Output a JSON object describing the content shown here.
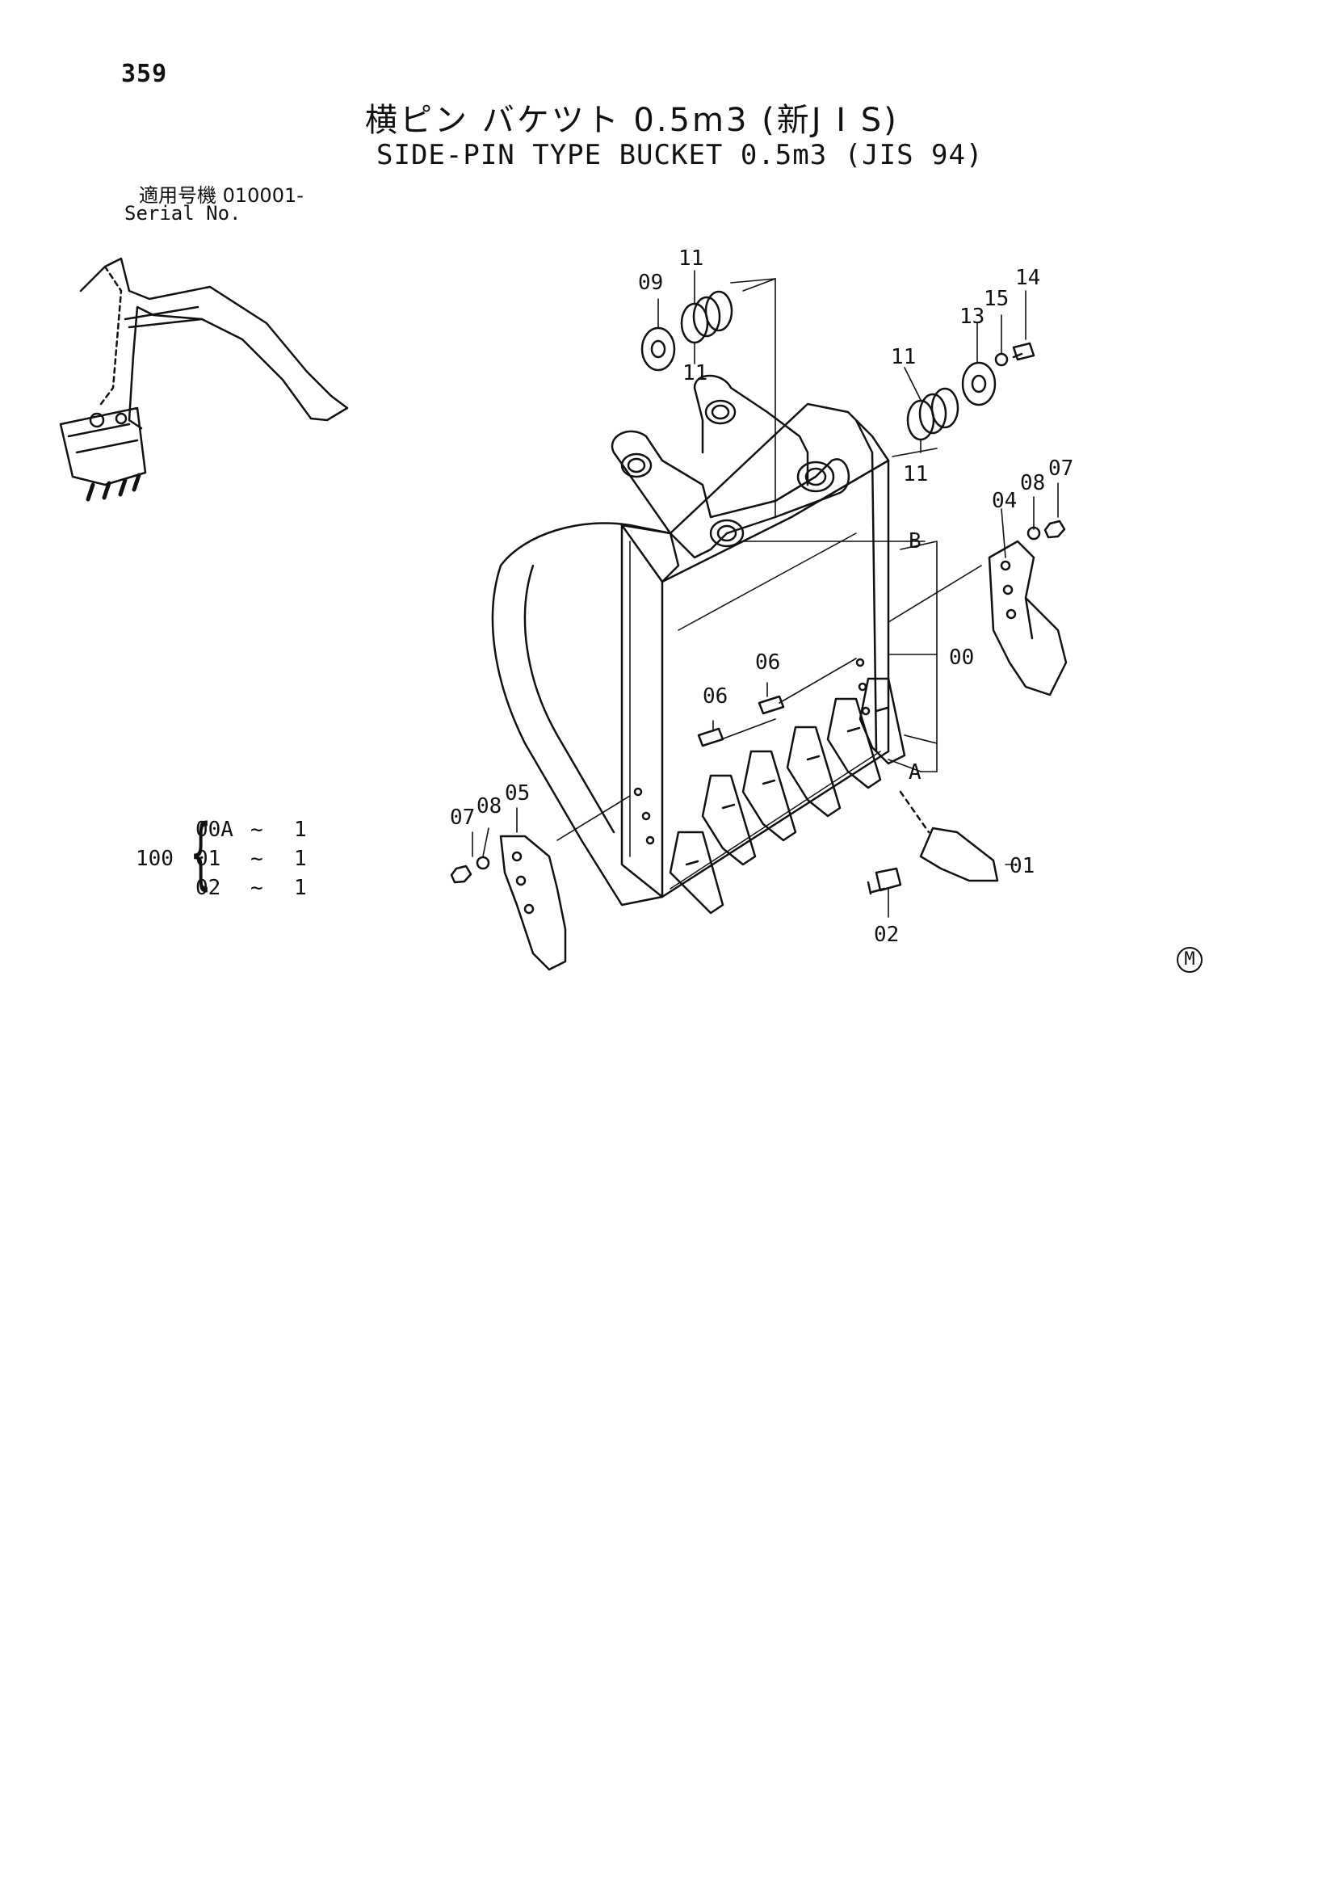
{
  "page_number": "359",
  "title": {
    "jp": "横ピン バケツト 0.5m3 (新J I S)",
    "en": "SIDE-PIN TYPE BUCKET 0.5m3 (JIS 94)"
  },
  "serial": {
    "jp_label": "適用号機  010001-",
    "en_label": "Serial No."
  },
  "assembly": {
    "code": "100",
    "rows": [
      {
        "code": "00A",
        "tilde": "~",
        "qty": "1"
      },
      {
        "code": "01",
        "tilde": "~",
        "qty": "1"
      },
      {
        "code": "02",
        "tilde": "~",
        "qty": "1"
      }
    ]
  },
  "callouts": {
    "p00": "00",
    "p01": "01",
    "p02": "02",
    "p04": "04",
    "p05": "05",
    "p06a": "06",
    "p06b": "06",
    "p07a": "07",
    "p07b": "07",
    "p08a": "08",
    "p08b": "08",
    "p09": "09",
    "p11a": "11",
    "p11b": "11",
    "p11c": "11",
    "p11d": "11",
    "p13": "13",
    "p14": "14",
    "p15": "15",
    "ref_a": "A",
    "ref_b": "B"
  },
  "marker": "M"
}
